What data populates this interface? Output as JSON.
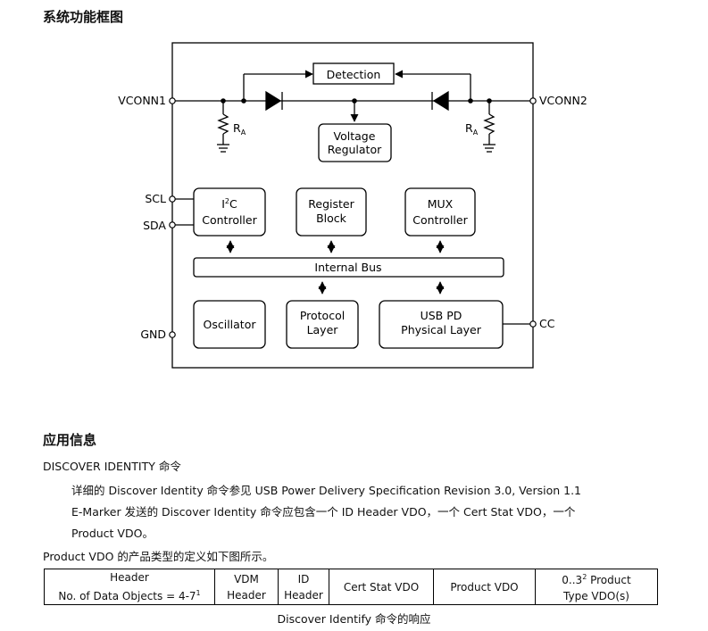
{
  "section1": {
    "title": "系统功能框图"
  },
  "diagram": {
    "pins": {
      "vconn1": "VCONN1",
      "vconn2": "VCONN2",
      "scl": "SCL",
      "sda": "SDA",
      "gnd": "GND",
      "cc": "CC"
    },
    "ra_left": "R",
    "ra_left_sub": "A",
    "ra_right": "R",
    "ra_right_sub": "A",
    "detection": "Detection",
    "voltage_regulator": [
      "Voltage",
      "Regulator"
    ],
    "i2c": {
      "prefix": "I",
      "sup": "2",
      "suffix": "C",
      "line2": "Controller"
    },
    "register_block": [
      "Register",
      "Block"
    ],
    "mux": [
      "MUX",
      "Controller"
    ],
    "internal_bus": "Internal Bus",
    "oscillator": "Oscillator",
    "protocol_layer": [
      "Protocol",
      "Layer"
    ],
    "usb_pd": [
      "USB PD",
      "Physical Layer"
    ]
  },
  "section2": {
    "title": "应用信息",
    "cmd": "DISCOVER IDENTITY 命令",
    "line1": "详细的 Discover Identity 命令参见 USB Power Delivery Specification Revision 3.0, Version 1.1",
    "line2": "E-Marker 发送的 Discover Identity 命令应包含一个 ID Header VDO，一个 Cert Stat VDO，一个",
    "line3": "Product VDO。",
    "line4": "Product VDO 的产品类型的定义如下图所示。"
  },
  "table": {
    "col1": {
      "line1": "Header",
      "line2": "No. of Data Objects = 4-7",
      "sup": "1"
    },
    "col2": {
      "line1": "VDM",
      "line2": "Header"
    },
    "col3": {
      "line1": "ID",
      "line2": "Header"
    },
    "col4": "Cert Stat VDO",
    "col5": "Product VDO",
    "col6": {
      "pre": "0..3",
      "sup": "2",
      "post": " Product",
      "line2": "Type VDO(s)"
    }
  },
  "caption": "Discover Identify  命令的响应"
}
